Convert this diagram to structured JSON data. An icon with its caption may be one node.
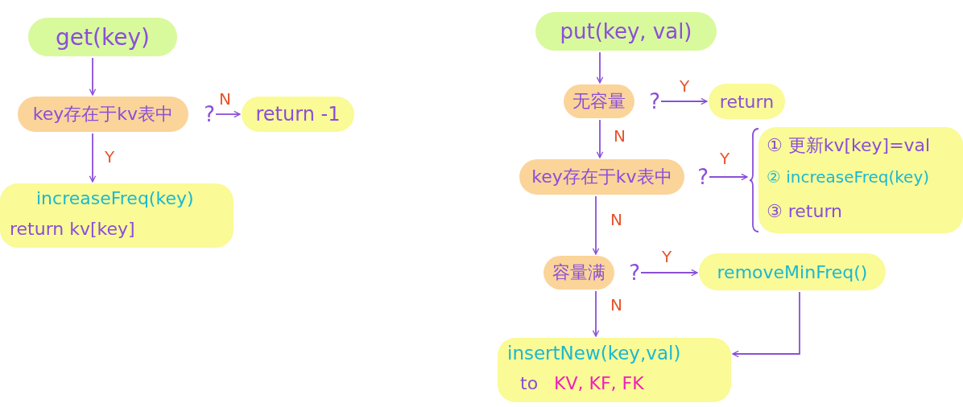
{
  "diagram": {
    "nodes": [
      {
        "text": [
          "get(key)"
        ]
      },
      {
        "text": [
          "key存在于kv表中"
        ],
        "beside": [
          "?"
        ]
      },
      {
        "text": [
          "return -1"
        ]
      },
      {
        "text": [
          "increaseFreq(key)",
          "return kv[key]"
        ]
      },
      {
        "text": [
          "put(key, val)"
        ]
      },
      {
        "text": [
          "无容量"
        ],
        "beside": [
          "?"
        ]
      },
      {
        "text": [
          "return"
        ]
      },
      {
        "text": [
          "key存在于kv表中"
        ],
        "beside": [
          "?"
        ]
      },
      {
        "text": [
          "① 更新kv[key]=val",
          "② increaseFreq(key)",
          "③ return"
        ]
      },
      {
        "text": [
          "容量满"
        ],
        "beside": [
          "?"
        ]
      },
      {
        "text": [
          "removeMinFreq()"
        ]
      },
      {
        "text": [
          "insertNew(key,val)",
          "to",
          "KV, KF, FK"
        ]
      }
    ],
    "edges": [
      {
        "from": 0,
        "to": 1,
        "arrow": "to"
      },
      {
        "from": 1,
        "to": 2,
        "arrow": "to",
        "label": "N"
      },
      {
        "from": 1,
        "to": 3,
        "arrow": "to",
        "label": "Y"
      },
      {
        "from": 4,
        "to": 5,
        "arrow": "to"
      },
      {
        "from": 5,
        "to": 6,
        "arrow": "to",
        "label": "Y"
      },
      {
        "from": 5,
        "to": 7,
        "arrow": "to",
        "label": "N"
      },
      {
        "from": 7,
        "to": 8,
        "arrow": "to",
        "label": "Y"
      },
      {
        "from": 7,
        "to": 9,
        "arrow": "to",
        "label": "N"
      },
      {
        "from": 9,
        "to": 10,
        "arrow": "to",
        "label": "Y"
      },
      {
        "from": 9,
        "to": 11,
        "arrow": "to",
        "label": "N"
      },
      {
        "from": 10,
        "to": 11,
        "arrow": "to"
      }
    ]
  }
}
